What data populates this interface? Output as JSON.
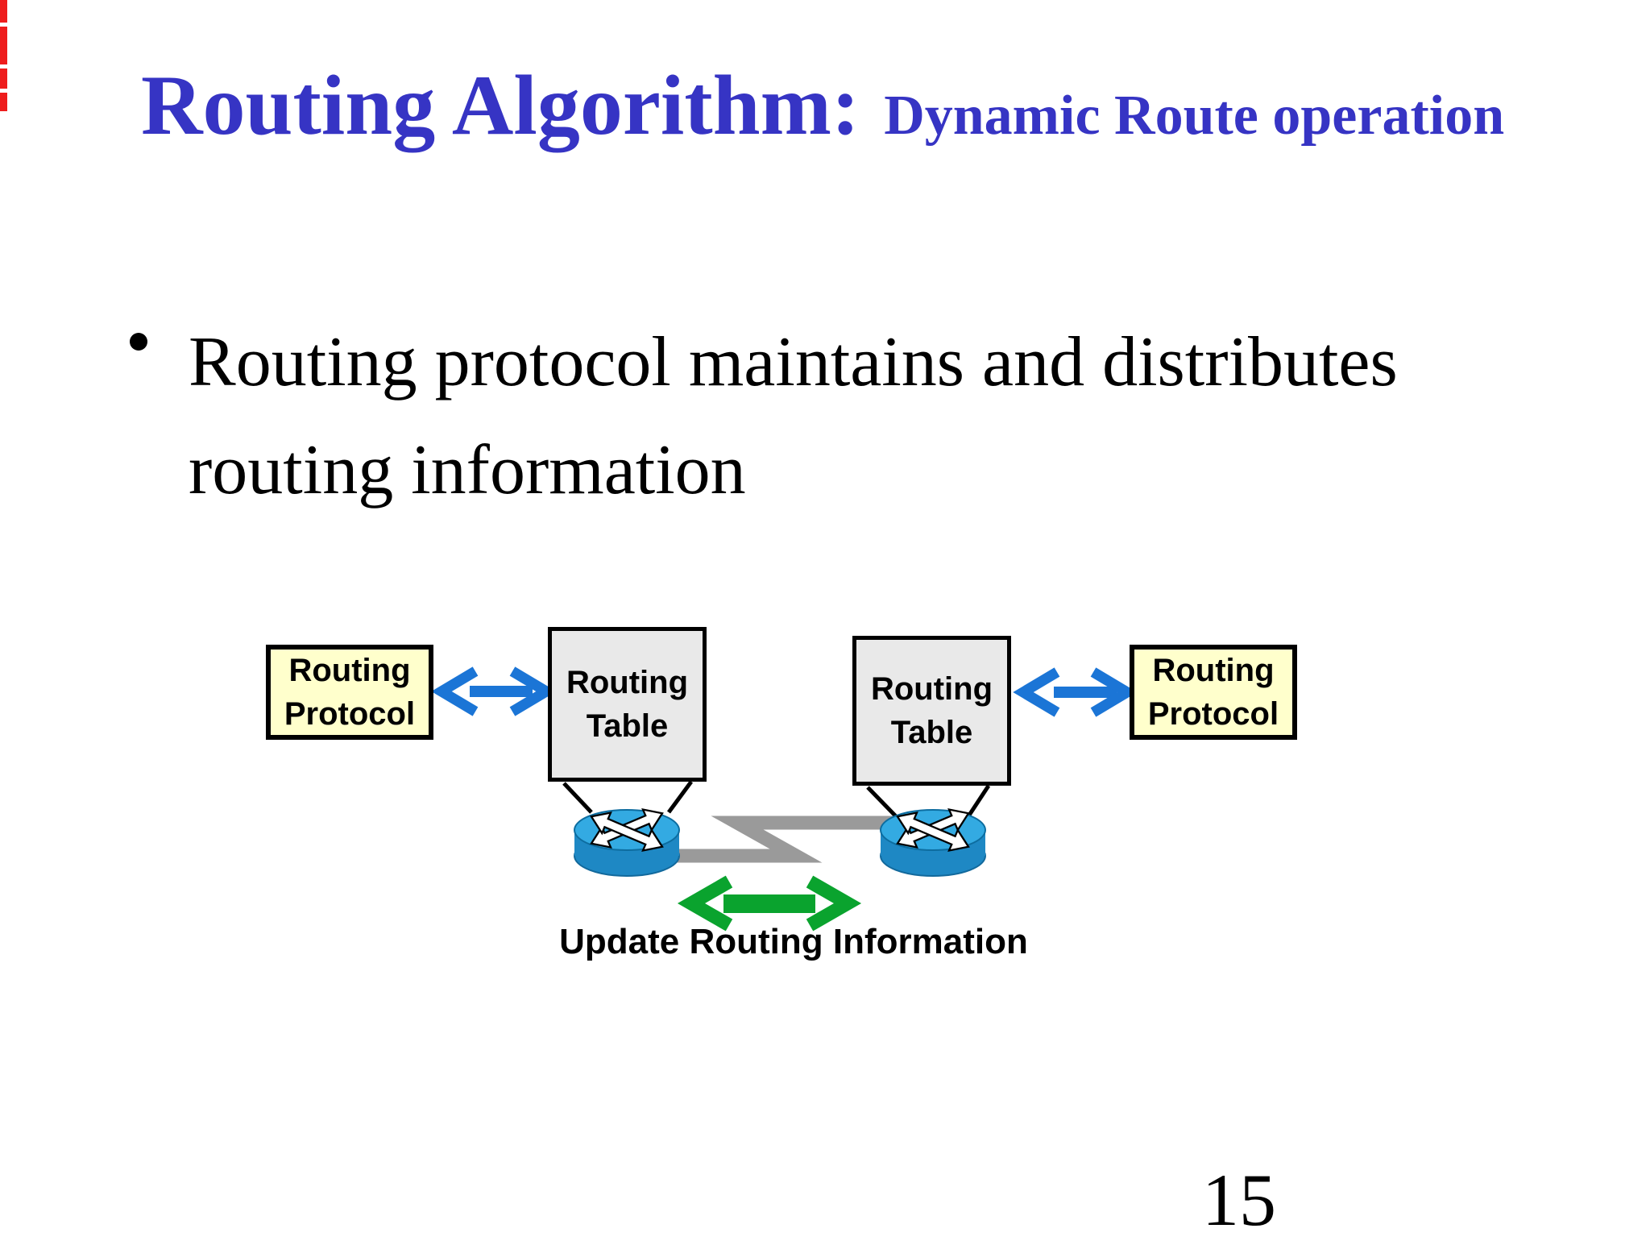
{
  "slide": {
    "title_main": "Routing Algorithm:",
    "title_sub": "Dynamic Route operation",
    "bullet_line1": "Routing protocol maintains and distributes",
    "bullet_line2": "routing information",
    "page_number": "15"
  },
  "diagram": {
    "protocol_left": {
      "line1": "Routing",
      "line2": "Protocol"
    },
    "table_left": {
      "line1": "Routing",
      "line2": "Table"
    },
    "table_right": {
      "line1": "Routing",
      "line2": "Table"
    },
    "protocol_right": {
      "line1": "Routing",
      "line2": "Protocol"
    },
    "update_label": "Update Routing Information",
    "icons": [
      "router-icon",
      "double-arrow-blue-icon",
      "double-arrow-green-icon"
    ]
  },
  "colors": {
    "title_blue": "#3634c4",
    "accent_red": "#ee1c1c",
    "box_yellow_fill": "#ffffcc",
    "box_gray_fill": "#e9e9e9",
    "arrow_blue": "#1b75d6",
    "arrow_green": "#0aa32e",
    "link_gray": "#9a9a9a",
    "router_top_blue": "#33aae2",
    "router_body_blue": "#1e88c4",
    "text_black": "#000000"
  }
}
